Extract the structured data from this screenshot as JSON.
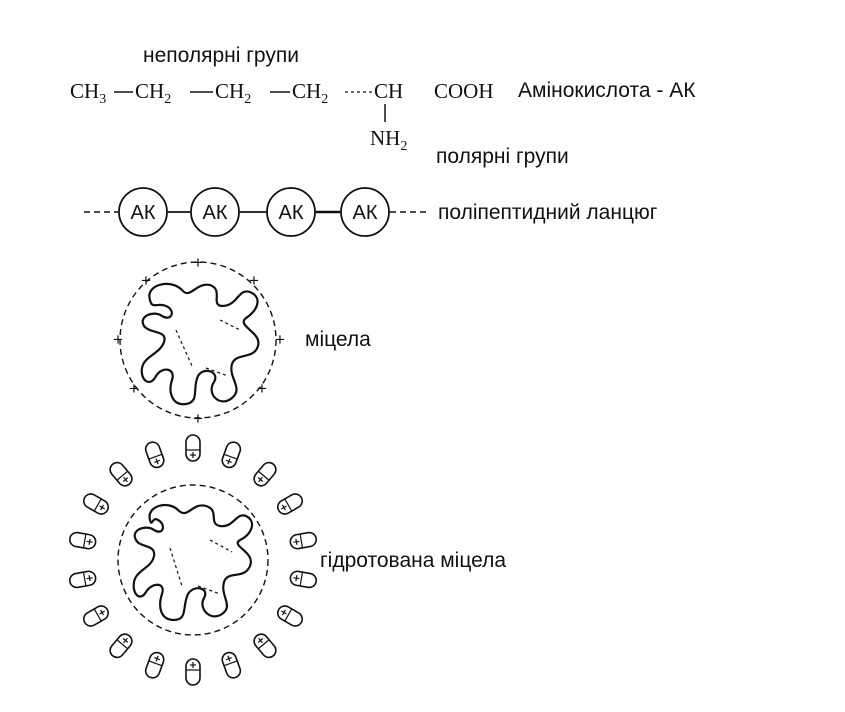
{
  "labels": {
    "nonpolar": "неполярні групи",
    "amino_acid": "Амінокислота - АК",
    "polar": "полярні групи",
    "polypeptide": "поліпептидний ланцюг",
    "micelle": "міцела",
    "hydrated_micelle": "гідротована міцела"
  },
  "formula": {
    "ch3_base": "CH",
    "ch3_sub": "3",
    "ch2_base": "CH",
    "ch2_sub": "2",
    "ch": "CH",
    "cooh": "COOH",
    "nh2_base": "NH",
    "nh2_sub": "2"
  },
  "chain": {
    "unit_label": "АК",
    "units": [
      "АК",
      "АК",
      "АК",
      "АК"
    ]
  },
  "signs": {
    "charge": "+"
  }
}
